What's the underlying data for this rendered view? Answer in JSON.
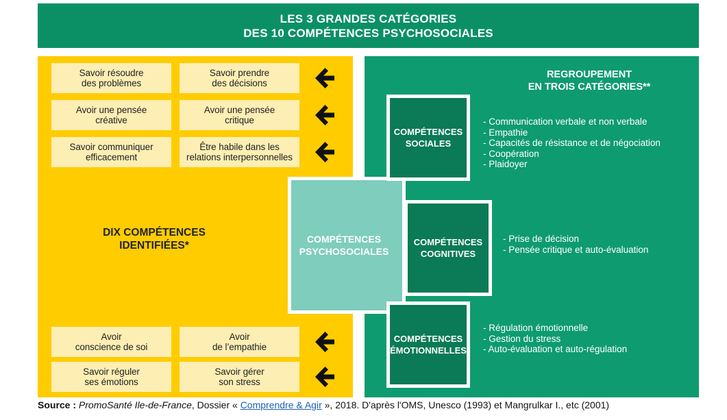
{
  "title": {
    "line1": "LES 3 GRANDES CATÉGORIES",
    "line2": "DES 10 COMPÉTENCES PSYCHOSOCIALES"
  },
  "skills": [
    {
      "line1": "Savoir résoudre",
      "line2": "des problèmes"
    },
    {
      "line1": "Savoir prendre",
      "line2": "des décisions"
    },
    {
      "line1": "Avoir une pensée",
      "line2": "créative"
    },
    {
      "line1": "Avoir une pensée",
      "line2": "critique"
    },
    {
      "line1": "Savoir communiquer",
      "line2": "efficacement"
    },
    {
      "line1": "Être habile dans les",
      "line2": "relations interpersonnelles"
    },
    {
      "line1": "Avoir",
      "line2": "conscience de soi"
    },
    {
      "line1": "Avoir",
      "line2": "de l’empathie"
    },
    {
      "line1": "Savoir réguler",
      "line2": "ses émotions"
    },
    {
      "line1": "Savoir gérer",
      "line2": "son stress"
    }
  ],
  "dix": {
    "line1": "DIX COMPÉTENCES",
    "line2": "IDENTIFIÉES*"
  },
  "central": {
    "line1": "COMPÉTENCES",
    "line2": "PSYCHOSOCIALES"
  },
  "regroupement": {
    "line1": "REGROUPEMENT",
    "line2": "EN TROIS CATÉGORIES**"
  },
  "categories": [
    {
      "line1": "COMPÉTENCES",
      "line2": "SOCIALES",
      "items": [
        "- Communication verbale et non verbale",
        "- Empathie",
        "- Capacités de résistance et de négociation",
        "- Coopération",
        "- Plaidoyer"
      ]
    },
    {
      "line1": "COMPÉTENCES",
      "line2": "COGNITIVES",
      "items": [
        "- Prise de décision",
        "- Pensée critique et auto-évaluation"
      ]
    },
    {
      "line1": "COMPÉTENCES",
      "line2": "ÉMOTIONNELLES",
      "items": [
        "- Régulation émotionnelle",
        "- Gestion du stress",
        "- Auto-évaluation et auto-régulation"
      ]
    }
  ],
  "source": {
    "label": "Source :",
    "org": "PromoSanté Ile-de-France",
    "mid": ", Dossier « ",
    "link": "Comprendre & Agir",
    "tail": " », 2018. D'après l'OMS, Unesco (1993) et Mangrulkar I., etc (2001)"
  },
  "colors": {
    "title_bg": "#0b9066",
    "yellow": "#ffcc00",
    "skill_box": "#fdeeb4",
    "green": "#0e9b70",
    "dark_green": "#0b7a56",
    "teal": "#7ecdbd"
  },
  "icons": {
    "arrow": "arrow-left-icon"
  }
}
